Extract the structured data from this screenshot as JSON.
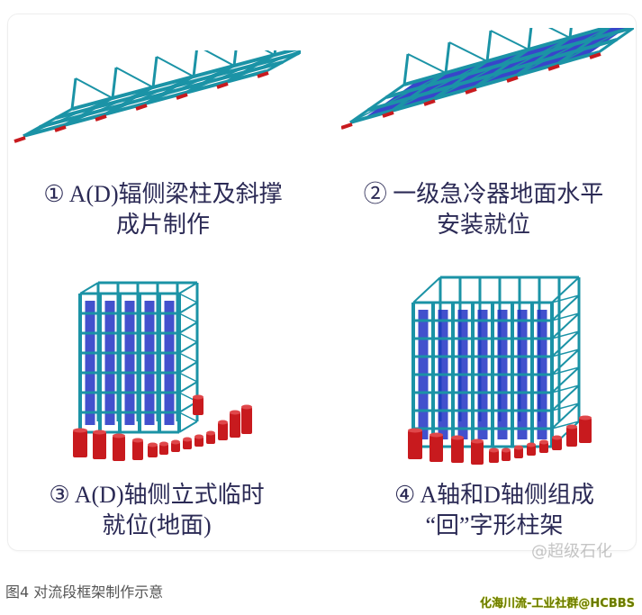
{
  "panels": [
    {
      "line1": "① A(D)辐侧梁柱及斜撑",
      "line2": "成片制作"
    },
    {
      "line1": "② 一级急冷器地面水平",
      "line2": "安装就位"
    },
    {
      "line1": "③ A(D)轴侧立式临时",
      "line2": "就位(地面)"
    },
    {
      "line1": "④ A轴和D轴侧组成",
      "line2": "“回”字形柱架"
    }
  ],
  "watermark_inner": "@超级石化",
  "figure_caption": "图4 对流段框架制作示意",
  "watermark_corner": "化海川流-工业社群@HCBBS",
  "colors": {
    "steel": "#1b93a6",
    "panel": "#2132c4",
    "cylinder": "#c81a1e",
    "text": "#2b2a55"
  }
}
